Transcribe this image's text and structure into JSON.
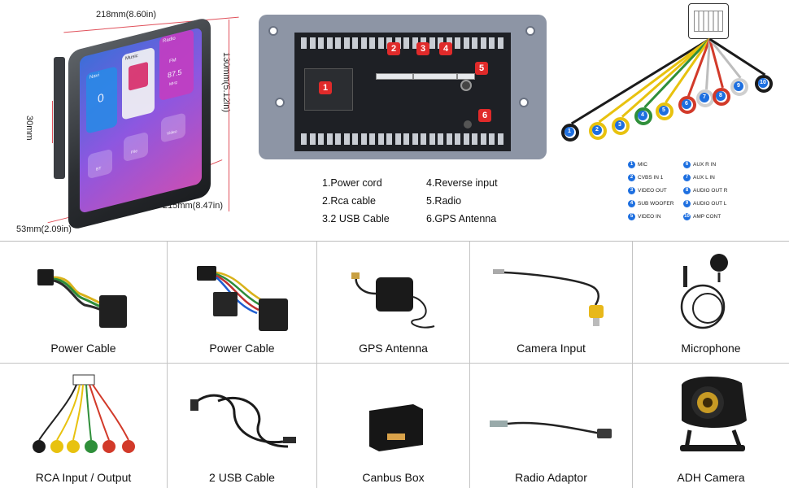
{
  "dimensions": {
    "width": "218mm(8.60in)",
    "height": "130mm(5.12in)",
    "depth_left": "30mm",
    "bottom_width": "215mm(8.47in)",
    "depth": "53mm(2.09in)"
  },
  "screen_apps": [
    "Navi",
    "Music",
    "Radio",
    "BT",
    "File",
    "Video"
  ],
  "screen_readouts": {
    "navi_value": "0",
    "radio_value": "87.5",
    "radio_unit": "MHz",
    "radio_band": "FM"
  },
  "panel_badges": [
    "1",
    "2",
    "3",
    "4",
    "5",
    "6"
  ],
  "legend": [
    {
      "num": "1",
      "label": "1.Power cord"
    },
    {
      "num": "4",
      "label": "4.Reverse input"
    },
    {
      "num": "2",
      "label": "2.Rca cable"
    },
    {
      "num": "5",
      "label": "5.Radio"
    },
    {
      "num": "3",
      "label": "3.2 USB Cable"
    },
    {
      "num": "6",
      "label": "6.GPS Antenna"
    }
  ],
  "harness_legend": [
    {
      "num": "1",
      "label": "MIC"
    },
    {
      "num": "6",
      "label": "AUX R IN"
    },
    {
      "num": "2",
      "label": "CVBS IN 1"
    },
    {
      "num": "7",
      "label": "AUX L IN"
    },
    {
      "num": "3",
      "label": "VIDEO OUT"
    },
    {
      "num": "8",
      "label": "AUDIO OUT R"
    },
    {
      "num": "4",
      "label": "SUB WOOFER"
    },
    {
      "num": "9",
      "label": "AUDIO OUT L"
    },
    {
      "num": "5",
      "label": "VIDEO IN"
    },
    {
      "num": "10",
      "label": "AMP CONT"
    }
  ],
  "rca_connectors": [
    {
      "num": "1",
      "color": "#1b1b1b"
    },
    {
      "num": "2",
      "color": "#e8c20f"
    },
    {
      "num": "3",
      "color": "#e8c20f"
    },
    {
      "num": "4",
      "color": "#2f8f3a"
    },
    {
      "num": "5",
      "color": "#e8c20f"
    },
    {
      "num": "6",
      "color": "#d23a2a"
    },
    {
      "num": "7",
      "color": "#f2f2f2"
    },
    {
      "num": "8",
      "color": "#d23a2a"
    },
    {
      "num": "9",
      "color": "#f2f2f2"
    },
    {
      "num": "10",
      "color": "#1b1b1b"
    }
  ],
  "accessories": [
    {
      "label": "Power Cable",
      "icon": "power-cable-icon"
    },
    {
      "label": "Power Cable",
      "icon": "power-harness-icon"
    },
    {
      "label": "GPS Antenna",
      "icon": "gps-antenna-icon"
    },
    {
      "label": "Camera Input",
      "icon": "camera-input-cable-icon"
    },
    {
      "label": "Microphone",
      "icon": "microphone-icon"
    },
    {
      "label": "RCA Input / Output",
      "icon": "rca-cable-icon"
    },
    {
      "label": "2 USB Cable",
      "icon": "usb-cable-icon"
    },
    {
      "label": "Canbus Box",
      "icon": "canbus-box-icon"
    },
    {
      "label": "Radio Adaptor",
      "icon": "radio-adaptor-icon"
    },
    {
      "label": "ADH Camera",
      "icon": "camera-icon"
    }
  ],
  "colors": {
    "badge": "#e02a2a",
    "panel": "#8d95a5",
    "dimension_line": "#e0505a",
    "harness_dot": "#1d6fe0"
  }
}
